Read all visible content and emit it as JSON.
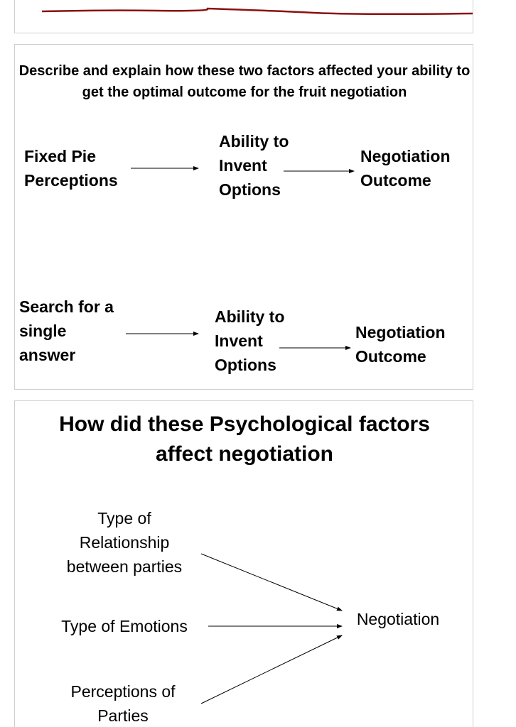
{
  "slide_mid": {
    "title": "Describe and explain how these two factors affected your ability to get the optimal outcome for the fruit negotiation",
    "flow1": {
      "start": "Fixed Pie\nPerceptions",
      "middle": "Ability to\nInvent\nOptions",
      "end": "Negotiation\nOutcome"
    },
    "flow2": {
      "start": "Search for a\nsingle\nanswer",
      "middle": "Ability to\nInvent\nOptions",
      "end": "Negotiation\nOutcome"
    }
  },
  "slide_bottom": {
    "title": "How did these Psychological factors\naffect negotiation",
    "factors": [
      "Type of\nRelationship\nbetween  parties",
      "Type of Emotions",
      "Perceptions of\nParties"
    ],
    "target": "Negotiation"
  },
  "colors": {
    "ink_line": "#8a1010",
    "arrow": "#000000",
    "slide_border": "#cfcfcf"
  }
}
